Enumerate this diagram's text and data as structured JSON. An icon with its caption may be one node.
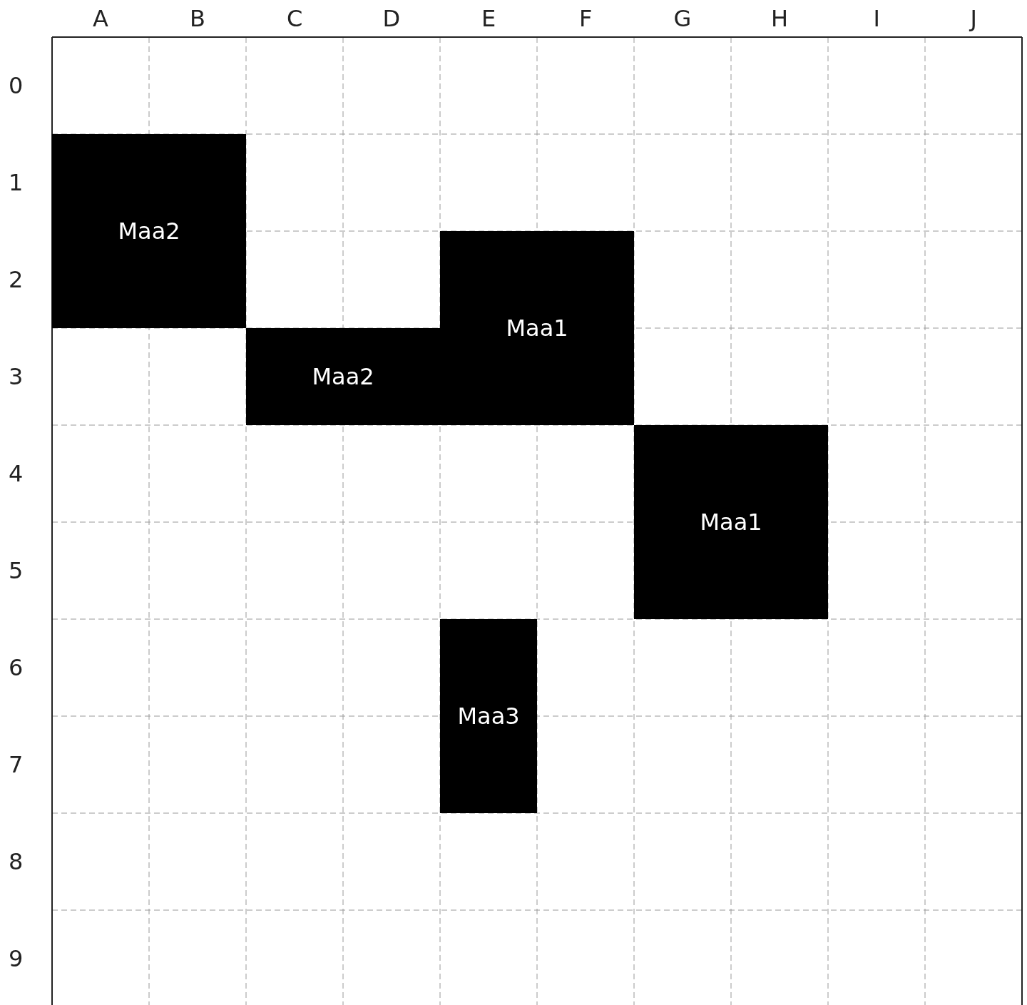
{
  "diagram": {
    "nodes": [
      {
        "text": [
          "Maa2"
        ]
      },
      {
        "text": [
          "Maa1"
        ]
      },
      {
        "text": [
          "Maa2"
        ]
      },
      {
        "text": [
          "Maa1"
        ]
      },
      {
        "text": [
          "Maa3"
        ]
      }
    ],
    "labels": [
      "A",
      "B",
      "C",
      "D",
      "E",
      "F",
      "G",
      "H",
      "I",
      "J",
      "0",
      "1",
      "2",
      "3",
      "4",
      "5",
      "6",
      "7",
      "8",
      "9"
    ]
  }
}
